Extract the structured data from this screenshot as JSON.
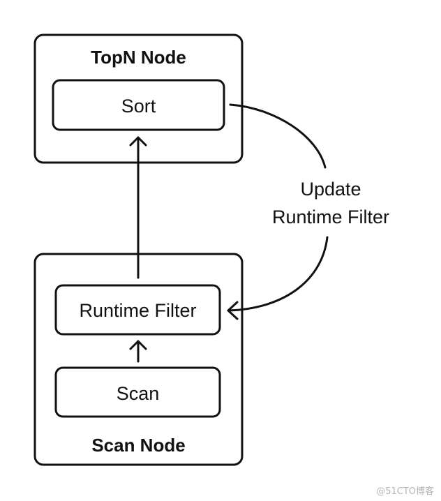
{
  "nodes": {
    "topn": {
      "title": "TopN Node",
      "inner": "Sort"
    },
    "scan": {
      "title": "Scan Node",
      "runtime_filter": "Runtime Filter",
      "scan": "Scan"
    }
  },
  "edge_label": {
    "line1": "Update",
    "line2": "Runtime Filter"
  },
  "watermark": "@51CTO博客"
}
